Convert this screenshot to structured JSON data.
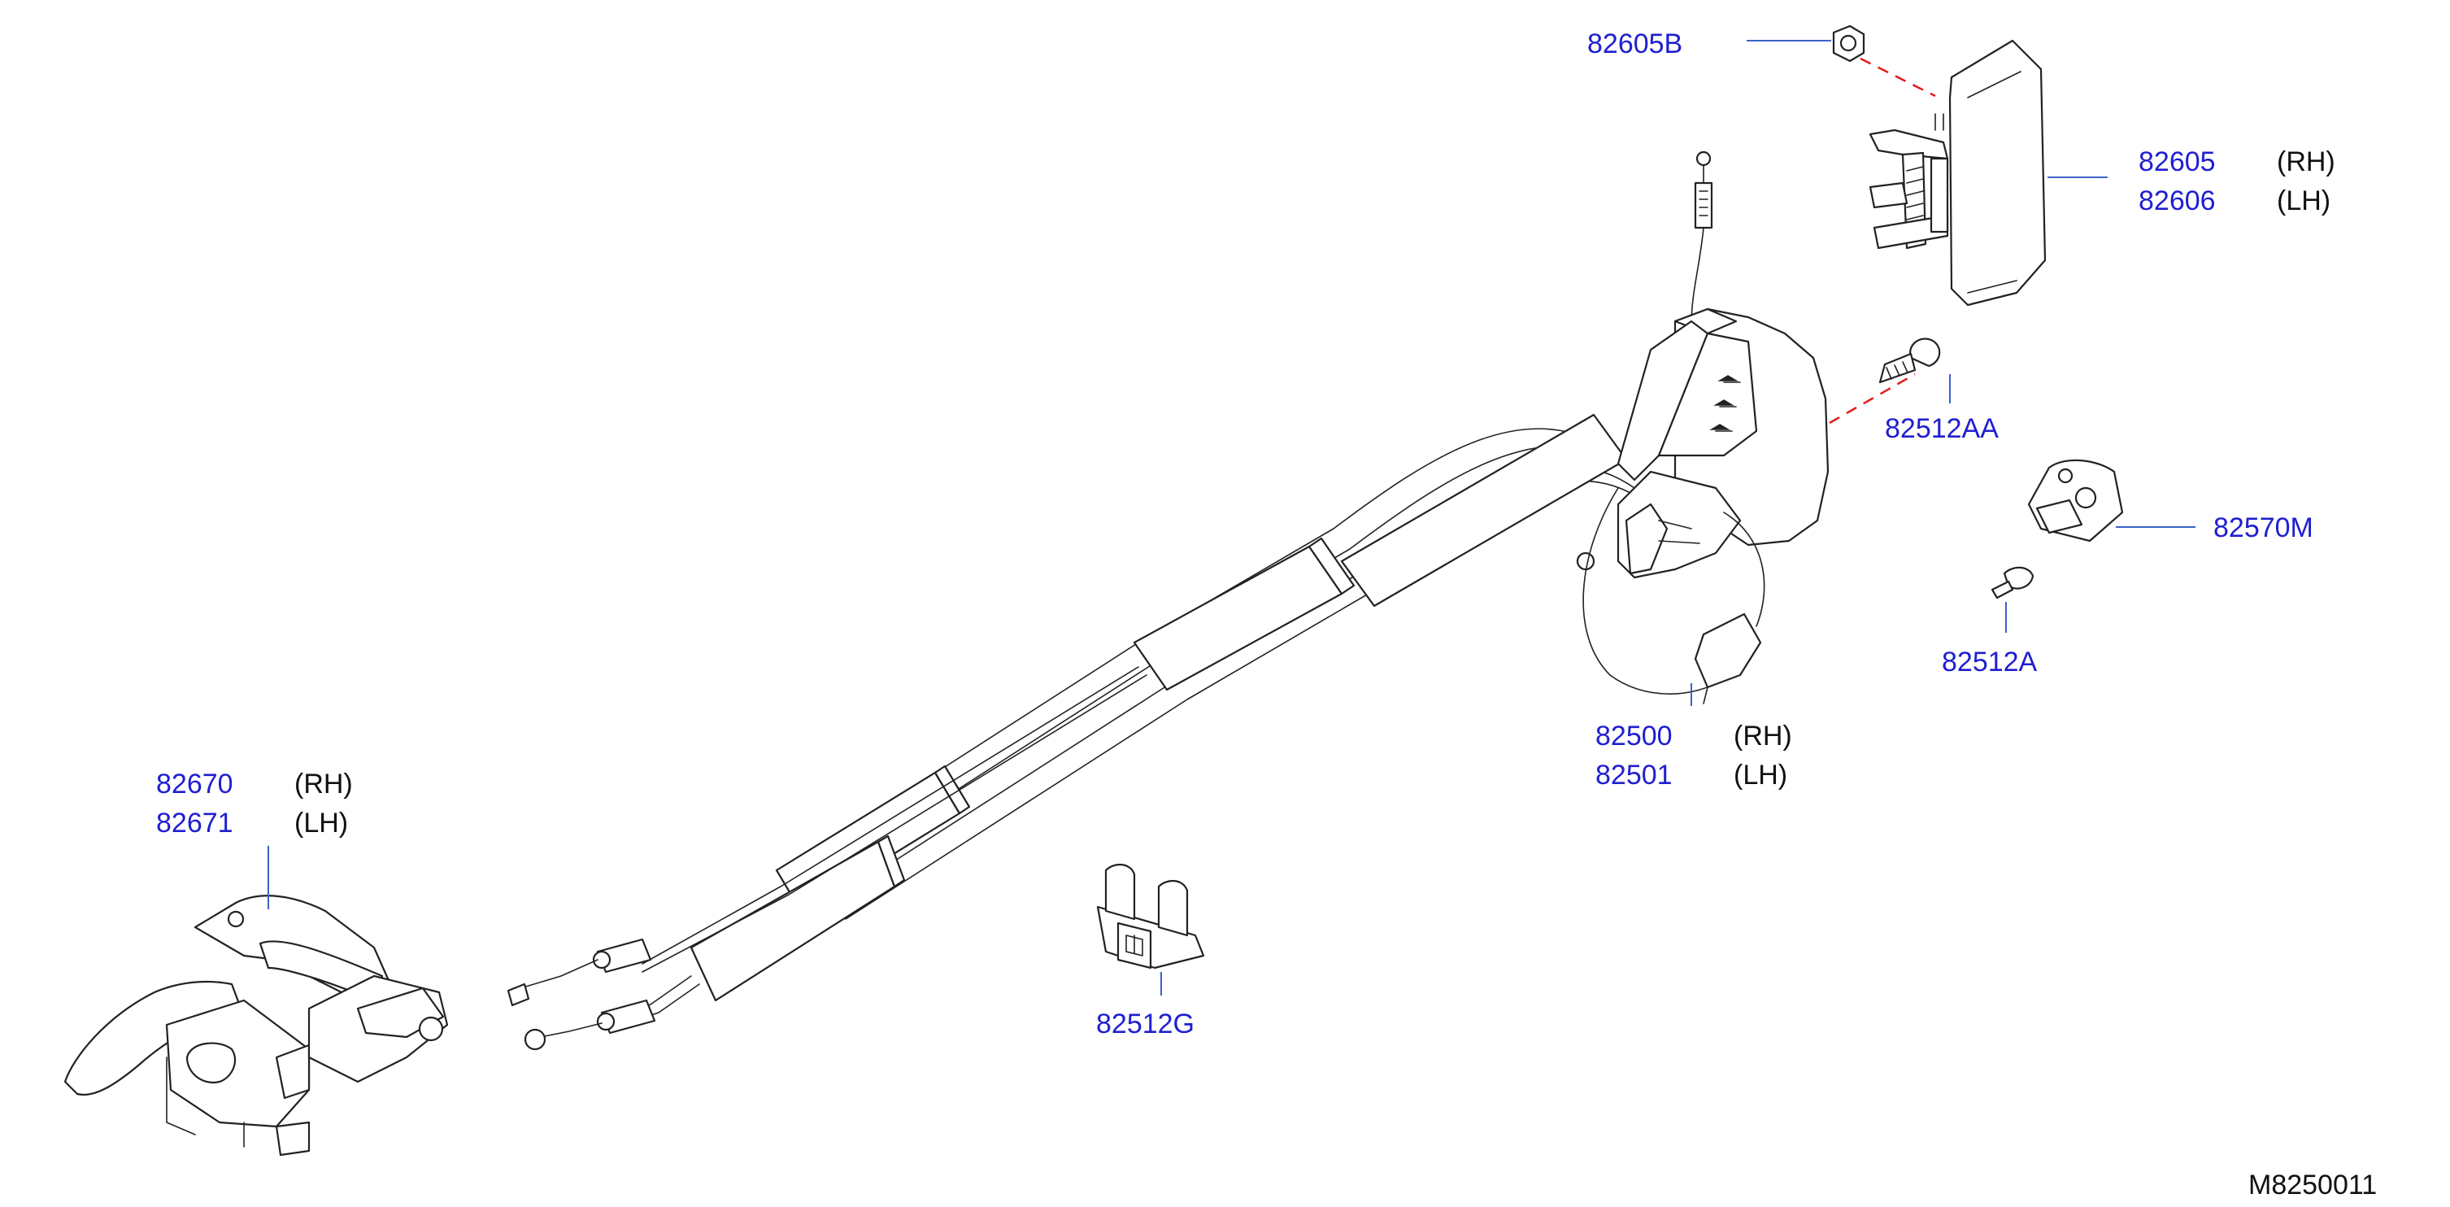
{
  "callouts": {
    "nut": {
      "part": "82605B"
    },
    "outside_handle": {
      "part_rh": "82605",
      "side_rh": "(RH)",
      "part_lh": "82606",
      "side_lh": "(LH)"
    },
    "bolt_aa": {
      "part": "82512AA"
    },
    "striker": {
      "part": "82570M"
    },
    "screw_a": {
      "part": "82512A"
    },
    "lock_assembly": {
      "part_rh": "82500",
      "side_rh": "(RH)",
      "part_lh": "82501",
      "side_lh": "(LH)"
    },
    "inside_handle": {
      "part_rh": "82670",
      "side_rh": "(RH)",
      "part_lh": "82671",
      "side_lh": "(LH)"
    },
    "clip_g": {
      "part": "82512G"
    }
  },
  "reference_code": "M8250011",
  "colors": {
    "part_link": "#1f1fd1",
    "leader_line": "#3b63c9",
    "dashed_guide": "#e21b1b",
    "ink": "#222222"
  }
}
